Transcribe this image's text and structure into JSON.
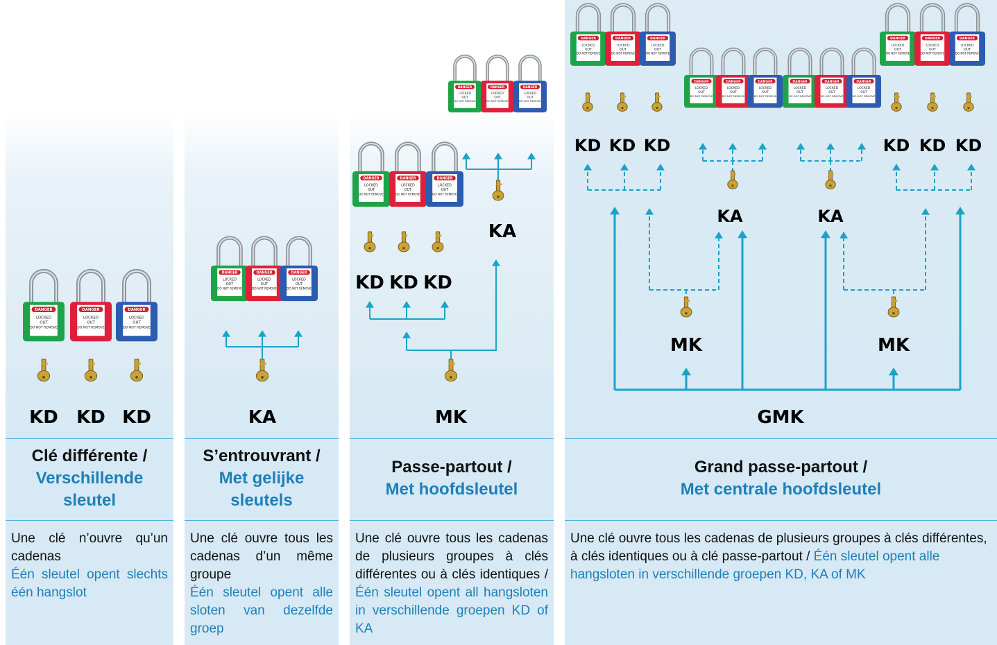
{
  "columns": [
    {
      "code_labels": [
        "KD",
        "KD",
        "KD"
      ],
      "heading_fr": "Clé différente /",
      "heading_nl": "Verschillende sleutel",
      "desc_fr": "Une clé n’ouvre qu’un cadenas",
      "desc_nl": "Één sleutel opent slechts één hangslot"
    },
    {
      "code_labels": [
        "KA"
      ],
      "heading_fr": "S’entrouvrant /",
      "heading_nl": "Met gelijke sleutels",
      "desc_fr": "Une clé ouvre tous les cadenas d’un même groupe",
      "desc_nl": "Één sleutel opent alle sloten van dezelfde groep"
    },
    {
      "code_labels": [
        "KD",
        "KD",
        "KD",
        "KA",
        "MK"
      ],
      "heading_fr": "Passe-partout /",
      "heading_nl": "Met hoofdsleutel",
      "desc_fr": "Une clé ouvre tous les cadenas de plusieurs groupes à clés différentes ou à clés identiques /",
      "desc_nl": "Één sleutel opent all hangsloten in verschillende groepen KD of KA"
    },
    {
      "code_labels": [
        "KD",
        "KD",
        "KD",
        "KA",
        "KA",
        "KD",
        "KD",
        "KD",
        "MK",
        "MK",
        "GMK"
      ],
      "heading_fr": "Grand passe-partout /",
      "heading_nl": "Met centrale hoofdsleutel",
      "desc_fr": "Une clé ouvre tous les cadenas de plusieurs groupes à clés différentes, à clés identiques ou à clé passe-partout /",
      "desc_nl": "Één sleutel opent alle hangsloten in verschillende groepen KD, KA of MK"
    }
  ],
  "padlock_text": {
    "danger": "DANGER",
    "locked": "LOCKED",
    "out": "OUT",
    "remove": "DO NOT REMOVE"
  },
  "colors": {
    "green": "#1fa34a",
    "red": "#e0203a",
    "blue": "#2c5bb0",
    "arrow": "#1ba3c6",
    "heading_nl": "#1e7fb8",
    "key": "#c9a23a"
  }
}
